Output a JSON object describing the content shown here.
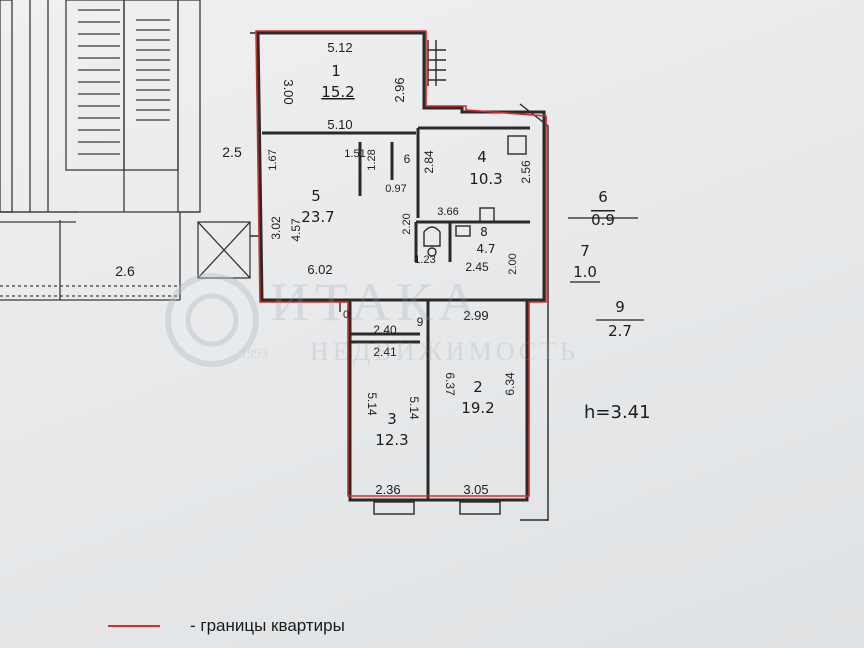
{
  "plan": {
    "ceiling_height": "h=3.41",
    "legend_text": "- границы квартиры",
    "border_color": "#d32b2b",
    "wall_color": "#2a2a2a",
    "watermark_brand": "ИТАКА",
    "watermark_sub": "НЕДВИЖИМОСТЬ",
    "watermark_year": "1993",
    "rooms": [
      {
        "no": "1",
        "area": "15.2"
      },
      {
        "no": "2",
        "area": "19.2"
      },
      {
        "no": "3",
        "area": "12.3"
      },
      {
        "no": "4",
        "area": "10.3"
      },
      {
        "no": "5",
        "area": "23.7"
      },
      {
        "no": "6",
        "area": "0.9"
      },
      {
        "no": "7",
        "area": "1.0"
      },
      {
        "no": "8",
        "area": "4.7"
      },
      {
        "no": "9",
        "area": "2.7"
      }
    ],
    "dimensions": [
      "5.12",
      "3.00",
      "2.96",
      "5.10",
      "1.67",
      "1.51",
      "1.28",
      "0.97",
      "2.84",
      "2.56",
      "2.5",
      "3.02",
      "4.57",
      "2.20",
      "3.66",
      "6.02",
      "1.23",
      "2.45",
      "2.00",
      "2.6",
      "2.40",
      "2.41",
      "2.99",
      "5.14",
      "5.14",
      "6.37",
      "6.34",
      "2.36",
      "3.05",
      "0",
      "6",
      "9"
    ]
  }
}
